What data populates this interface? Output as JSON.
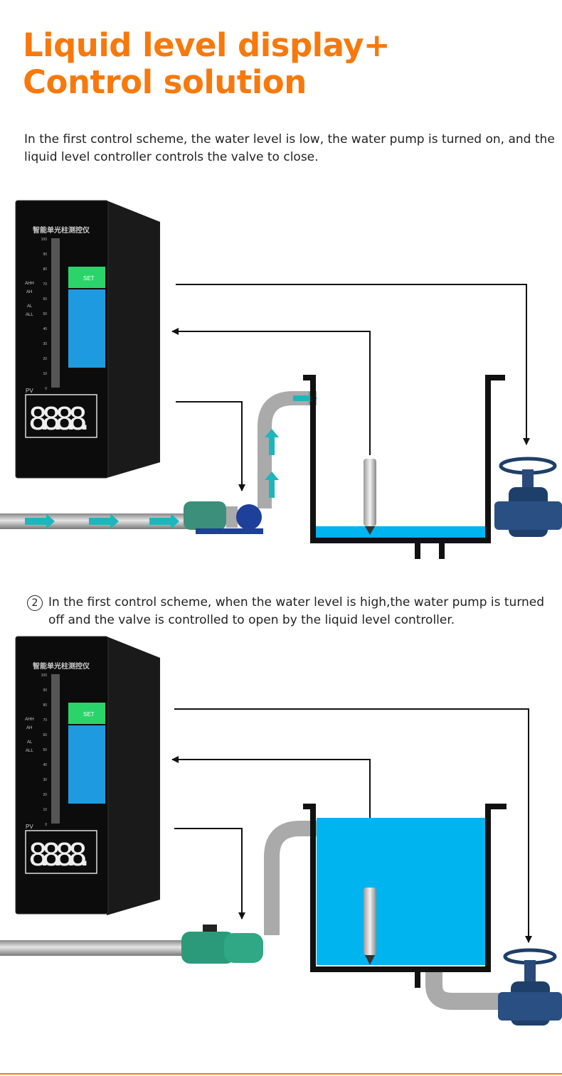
{
  "title": {
    "line1": "Liquid level display+",
    "line2": "Control solution"
  },
  "scheme1": {
    "caption": "In the first control scheme, the water level is low, the water pump is turned on, and the liquid level controller controls the valve to close.",
    "water_level": "low",
    "pump": "on",
    "valve": "closed"
  },
  "scheme2": {
    "number": "2",
    "caption": "In the first control scheme, when the water level is high,the water pump is turned off and the valve is controlled to open by the liquid level controller.",
    "water_level": "high",
    "pump": "off",
    "valve": "open"
  },
  "device": {
    "header": "智能单光柱测控仪",
    "scale": [
      "100",
      "90",
      "80",
      "70",
      "60",
      "50",
      "40",
      "30",
      "20",
      "10",
      "0"
    ],
    "alarms": [
      "AHH",
      "AH",
      "AL",
      "ALL"
    ],
    "set_label": "SET",
    "pv_label": "PV",
    "display": "8.8.8.8."
  },
  "colors": {
    "accent": "#f7790c",
    "water": "#00b4f0",
    "flow_arrow": "#1fb5bd",
    "bar_green": "#2bd46a",
    "bar_blue": "#1e9be0"
  }
}
